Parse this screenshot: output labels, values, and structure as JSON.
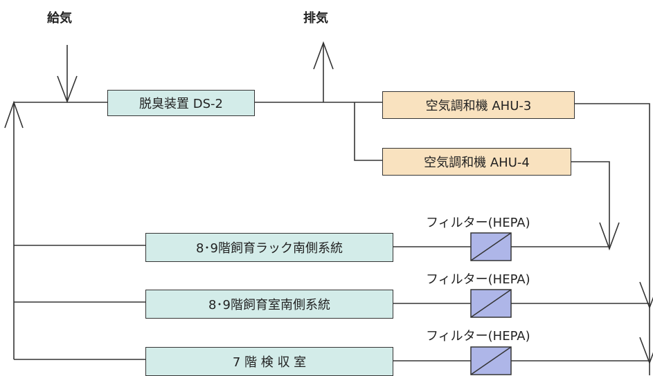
{
  "labels": {
    "supply": "給気",
    "exhaust": "排気"
  },
  "boxes": {
    "deodorizer": "脱臭装置 DS-2",
    "ahu3": "空気調和機 AHU-3",
    "ahu4": "空気調和機 AHU-4",
    "rack_south": "8･9階飼育ラック南側系統",
    "room_south": "8･9階飼育室南側系統",
    "inspection": "7 階 検 収 室"
  },
  "filters": {
    "label_1": "フィルター(HEPA)",
    "label_2": "フィルター(HEPA)",
    "label_3": "フィルター(HEPA)"
  },
  "colors": {
    "line": "#333333",
    "system_box": "#d3ece9",
    "ahu_box": "#f9e2bf",
    "filter_fill": "#aeb6e8"
  }
}
